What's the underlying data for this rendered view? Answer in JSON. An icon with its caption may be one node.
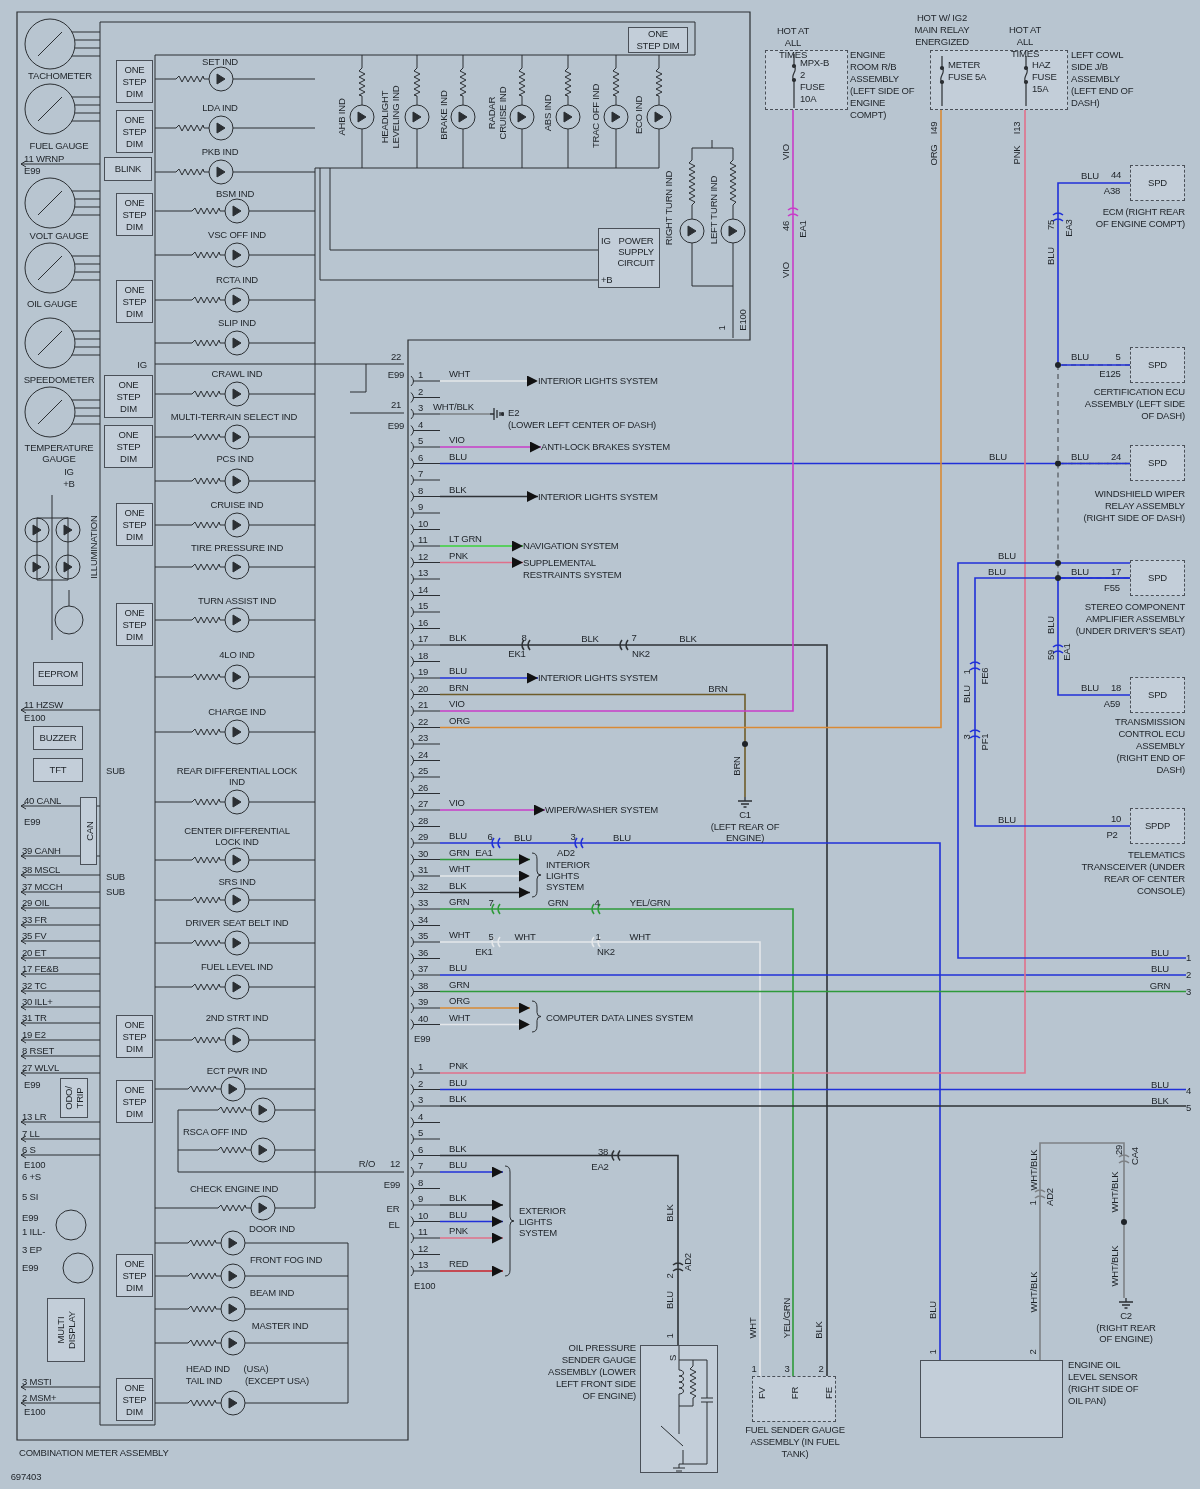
{
  "diagram": {
    "nodes": [
      {
        "text": [
          "COMBINATION METER ASSEMBLY"
        ]
      },
      {
        "text": [
          "E99"
        ]
      },
      {
        "text": [
          "E100"
        ]
      },
      {
        "text": [
          "ONE STEP DIM"
        ],
        "in": 0
      },
      {
        "text": [
          "ONE STEP DIM"
        ],
        "in": 0
      },
      {
        "text": [
          "ONE STEP DIM"
        ],
        "in": 0
      },
      {
        "text": [
          "ONE STEP DIM"
        ],
        "in": 0
      },
      {
        "text": [
          "ONE STEP DIM"
        ],
        "in": 0
      },
      {
        "text": [
          "ONE STEP DIM"
        ],
        "in": 0
      },
      {
        "text": [
          "ONE STEP DIM"
        ],
        "in": 0
      },
      {
        "text": [
          "ONE STEP DIM"
        ],
        "in": 0
      },
      {
        "text": [
          "ONE STEP DIM"
        ],
        "in": 0
      },
      {
        "text": [
          "ONE STEP DIM"
        ],
        "in": 0
      },
      {
        "text": [
          "ONE STEP DIM"
        ],
        "in": 0
      },
      {
        "text": [
          "ONE STEP DIM"
        ],
        "in": 0
      },
      {
        "text": [
          "BLINK"
        ],
        "in": 0
      },
      {
        "text": [
          "EEPROM"
        ],
        "in": 0
      },
      {
        "text": [
          "BUZZER"
        ],
        "in": 0
      },
      {
        "text": [
          "TFT"
        ],
        "in": 0
      },
      {
        "text": [
          "CAN"
        ],
        "in": 0
      },
      {
        "text": [
          "ODO/ TRIP"
        ],
        "in": 0
      },
      {
        "text": [
          "MULTI DISPLAY"
        ],
        "in": 0
      },
      {
        "text": [
          "ONE STEP DIM"
        ]
      },
      {
        "text": [
          "IG",
          "POWER SUPPLY CIRCUIT",
          "+B"
        ]
      },
      {
        "text": [
          "INTERIOR LIGHTS SYSTEM"
        ]
      },
      {
        "text": [
          "E2",
          "(LOWER LEFT CENTER OF DASH)"
        ]
      },
      {
        "text": [
          "ANTI-LOCK BRAKES SYSTEM"
        ]
      },
      {
        "text": [
          "INTERIOR LIGHTS SYSTEM"
        ]
      },
      {
        "text": [
          "NAVIGATION SYSTEM"
        ]
      },
      {
        "text": [
          "SUPPLEMENTAL RESTRAINTS SYSTEM"
        ]
      },
      {
        "text": [
          "INTERIOR LIGHTS SYSTEM"
        ]
      },
      {
        "text": [
          "C1",
          "(LEFT REAR OF ENGINE)"
        ]
      },
      {
        "text": [
          "WIPER/WASHER SYSTEM"
        ]
      },
      {
        "text": [
          "INTERIOR LIGHTS SYSTEM"
        ]
      },
      {
        "text": [
          "COMPUTER DATA LINES SYSTEM"
        ]
      },
      {
        "text": [
          "EXTERIOR LIGHTS SYSTEM"
        ]
      },
      {
        "text": [],
        "shape": "box",
        "beside": [
          "ENGINE ROOM R/B ASSEMBLY (LEFT SIDE OF ENGINE COMPT)"
        ]
      },
      {
        "text": [
          "MPX-B 2 FUSE 10A"
        ],
        "in": 36,
        "beside": [
          "HOT AT ALL TIMES"
        ]
      },
      {
        "text": [],
        "shape": "box",
        "beside": [
          "LEFT COWL SIDE J/B ASSEMBLY (LEFT END OF DASH)"
        ]
      },
      {
        "text": [
          "METER FUSE 5A"
        ],
        "in": 38,
        "beside": [
          "HOT W/ IG2 MAIN RELAY ENERGIZED"
        ]
      },
      {
        "text": [
          "HAZ FUSE 15A"
        ],
        "in": 38,
        "beside": [
          "HOT AT ALL TIMES"
        ]
      },
      {
        "text": [
          "SPD"
        ],
        "beside": [
          "ECM (RIGHT REAR OF ENGINE COMPT)"
        ]
      },
      {
        "text": [
          "SPD"
        ],
        "beside": [
          "CERTIFICATION ECU ASSEMBLY (LEFT SIDE OF DASH)"
        ]
      },
      {
        "text": [
          "SPD"
        ],
        "beside": [
          "WINDSHIELD WIPER RELAY ASSEMBLY (RIGHT SIDE OF DASH)"
        ]
      },
      {
        "text": [
          "SPD"
        ],
        "beside": [
          "STEREO COMPONENT AMPLIFIER ASSEMBLY (UNDER DRIVER'S SEAT)"
        ]
      },
      {
        "text": [
          "SPD"
        ],
        "beside": [
          "TRANSMISSION CONTROL ECU ASSEMBLY (RIGHT END OF DASH)"
        ]
      },
      {
        "text": [
          "SPDP"
        ],
        "beside": [
          "TELEMATICS TRANSCEIVER (UNDER REAR OF CENTER CONSOLE)"
        ]
      },
      {
        "text": [],
        "shape": "box",
        "beside": [
          "OIL PRESSURE SENDER GAUGE ASSEMBLY (LOWER LEFT FRONT SIDE OF ENGINE)"
        ]
      },
      {
        "text": [
          "FV",
          "FR",
          "FE"
        ],
        "beside": [
          "FUEL SENDER GAUGE ASSEMBLY (IN FUEL TANK)"
        ]
      },
      {
        "text": [],
        "shape": "box",
        "beside": [
          "ENGINE OIL LEVEL SENSOR (RIGHT SIDE OF OIL PAN)"
        ]
      },
      {
        "text": [
          "C2",
          "(RIGHT REAR OF ENGINE)"
        ]
      },
      {
        "text": [
          "1"
        ]
      },
      {
        "text": [
          "2"
        ]
      },
      {
        "text": [
          "3"
        ]
      },
      {
        "text": [
          "4"
        ]
      },
      {
        "text": [
          "5"
        ]
      }
    ],
    "edges": [
      {
        "from": 1,
        "to": 24,
        "arrow": "to",
        "label": "WHT",
        "color": "#e4e7ea"
      },
      {
        "from": 1,
        "to": 25,
        "arrow": "none",
        "label": "WHT/BLK",
        "color": "#7d8185"
      },
      {
        "from": 1,
        "to": 26,
        "arrow": "to",
        "label": "VIO",
        "color": "#c83cc8"
      },
      {
        "from": 1,
        "to": 43,
        "arrow": "none",
        "label": "BLU",
        "color": "#2030d8"
      },
      {
        "from": 1,
        "to": 27,
        "arrow": "to",
        "label": "BLK",
        "color": "#2e3236"
      },
      {
        "from": 1,
        "to": 28,
        "arrow": "to",
        "label": "LT GRN",
        "color": "#3bd03b"
      },
      {
        "from": 1,
        "to": 29,
        "arrow": "to",
        "label": "PNK",
        "color": "#e0708a"
      },
      {
        "from": 1,
        "to": 48,
        "arrow": "none",
        "label": "BLK",
        "color": "#2e3236"
      },
      {
        "from": 1,
        "to": 30,
        "arrow": "to",
        "label": "BLU",
        "color": "#2030d8"
      },
      {
        "from": 1,
        "to": 31,
        "arrow": "none",
        "label": "BRN",
        "color": "#6e5c2a"
      },
      {
        "from": 1,
        "to": 37,
        "arrow": "none",
        "label": "VIO",
        "color": "#c83cc8"
      },
      {
        "from": 1,
        "to": 39,
        "arrow": "none",
        "label": "ORG",
        "color": "#d98a35"
      },
      {
        "from": 1,
        "to": 32,
        "arrow": "to",
        "label": "VIO",
        "color": "#c83cc8"
      },
      {
        "from": 1,
        "to": 49,
        "arrow": "none",
        "label": "BLU",
        "color": "#2030d8"
      },
      {
        "from": 1,
        "to": 33,
        "arrow": "to",
        "label": "GRN",
        "color": "#2e9a3a"
      },
      {
        "from": 1,
        "to": 33,
        "arrow": "to",
        "label": "WHT",
        "color": "#e4e7ea"
      },
      {
        "from": 1,
        "to": 33,
        "arrow": "to",
        "label": "BLK",
        "color": "#2e3236"
      },
      {
        "from": 1,
        "to": 48,
        "arrow": "none",
        "label": "GRN",
        "color": "#2e9a3a"
      },
      {
        "from": 1,
        "to": 48,
        "arrow": "none",
        "label": "WHT",
        "color": "#e4e7ea"
      },
      {
        "from": 1,
        "to": 52,
        "arrow": "none",
        "label": "BLU",
        "color": "#2030d8"
      },
      {
        "from": 1,
        "to": 53,
        "arrow": "none",
        "label": "GRN",
        "color": "#2e9a3a"
      },
      {
        "from": 1,
        "to": 34,
        "arrow": "to",
        "label": "ORG",
        "color": "#d98a35"
      },
      {
        "from": 1,
        "to": 34,
        "arrow": "to",
        "label": "WHT",
        "color": "#e4e7ea"
      },
      {
        "from": 2,
        "to": 40,
        "arrow": "none",
        "label": "PNK",
        "color": "#e0708a"
      },
      {
        "from": 2,
        "to": 54,
        "arrow": "none",
        "label": "BLU",
        "color": "#2030d8"
      },
      {
        "from": 2,
        "to": 55,
        "arrow": "none",
        "label": "BLK",
        "color": "#2e3236"
      },
      {
        "from": 2,
        "to": 47,
        "arrow": "none",
        "label": "BLK",
        "color": "#2e3236"
      },
      {
        "from": 2,
        "to": 35,
        "arrow": "to",
        "label": "BLU",
        "color": "#2030d8"
      },
      {
        "from": 2,
        "to": 35,
        "arrow": "to",
        "label": "BLK",
        "color": "#2e3236"
      },
      {
        "from": 2,
        "to": 35,
        "arrow": "to",
        "label": "BLU",
        "color": "#2030d8"
      },
      {
        "from": 2,
        "to": 35,
        "arrow": "to",
        "label": "PNK",
        "color": "#e0708a"
      },
      {
        "from": 2,
        "to": 35,
        "arrow": "to",
        "label": "RED",
        "color": "#c8202a"
      },
      {
        "from": 41,
        "to": 42,
        "arrow": "none",
        "label": "BLU",
        "color": "#2030d8"
      },
      {
        "from": 42,
        "to": 43,
        "arrow": "none",
        "style": "dashed",
        "color": "#6a7077"
      },
      {
        "from": 43,
        "to": 44,
        "arrow": "none",
        "style": "dashed",
        "color": "#6a7077"
      },
      {
        "from": 44,
        "to": 45,
        "arrow": "none",
        "label": "BLU",
        "color": "#2030d8"
      },
      {
        "from": 44,
        "to": 46,
        "arrow": "none",
        "label": "BLU",
        "color": "#2030d8"
      },
      {
        "from": 44,
        "to": 51,
        "arrow": "none",
        "label": "BLU",
        "color": "#2030d8"
      },
      {
        "from": 49,
        "to": 50,
        "arrow": "none",
        "color": "#7d8185"
      }
    ],
    "labels": [
      "1",
      "2",
      "3",
      "4",
      "5",
      "6",
      "7",
      "8",
      "9",
      "10",
      "11",
      "12",
      "13",
      "14",
      "15",
      "16",
      "17",
      "18",
      "19",
      "20",
      "21",
      "22",
      "23",
      "24",
      "25",
      "26",
      "27",
      "28",
      "29",
      "30",
      "31",
      "32",
      "33",
      "34",
      "35",
      "36",
      "37",
      "38",
      "39",
      "40",
      "1",
      "2",
      "3",
      "4",
      "5",
      "6",
      "7",
      "8",
      "9",
      "10",
      "11",
      "12",
      "13",
      "TACHOMETER",
      "FUEL GAUGE",
      "11 WRNP",
      "E99",
      "VOLT GAUGE",
      "OIL GAUGE",
      "SPEEDOMETER",
      "TEMPERATURE GAUGE",
      "IG",
      "+B",
      "ILLUMINATION",
      "11 HZSW",
      "E100",
      "SUB",
      "40 CANL",
      "E99",
      "39 CANH",
      "38 MSCL",
      "37 MCCH",
      "SUB",
      "SUB",
      "29 OIL",
      "33 FR",
      "35 FV",
      "20 ET",
      "17 FE&B",
      "32 TC",
      "30 ILL+",
      "31 TR",
      "19 E2",
      "8 RSET",
      "27 WLVL",
      "E99",
      "13 LR",
      "7 LL",
      "6 S",
      "E100",
      "6 +S",
      "5 SI",
      "E99",
      "1 ILL-",
      "3 EP",
      "E99",
      "3 MSTI",
      "2 MSM+",
      "E100",
      "IG",
      "SET IND",
      "LDA IND",
      "PKB IND",
      "BSM IND",
      "VSC OFF IND",
      "RCTA IND",
      "SLIP IND",
      "CRAWL IND",
      "MULTI-TERRAIN SELECT IND",
      "PCS IND",
      "CRUISE IND",
      "TIRE PRESSURE IND",
      "TURN ASSIST IND",
      "4LO IND",
      "CHARGE IND",
      "REAR DIFFERENTIAL LOCK IND",
      "CENTER DIFFERENTIAL LOCK IND",
      "SRS IND",
      "DRIVER SEAT BELT IND",
      "FUEL LEVEL IND",
      "2ND STRT IND",
      "ECT PWR IND",
      "RSCA OFF IND",
      "CHECK ENGINE IND",
      "DOOR IND",
      "FRONT FOG IND",
      "BEAM IND",
      "MASTER IND",
      "HEAD IND",
      "(USA)",
      "TAIL IND",
      "(EXCEPT USA)",
      "AHB IND",
      "HEADLIGHT LEVELING IND",
      "BRAKE IND",
      "RADAR CRUISE IND",
      "ABS IND",
      "TRAC OFF IND",
      "ECO IND",
      "RIGHT TURN IND",
      "LEFT TURN IND",
      "1",
      "E100",
      "22",
      "E99",
      "21",
      "E99",
      "R/O",
      "12",
      "E99",
      "ER",
      "EL",
      "EK1",
      "8",
      "BLK",
      "7",
      "NK2",
      "BLK",
      "BRN",
      "BRN",
      "VIO",
      "46",
      "EA1",
      "VIO",
      "I49",
      "ORG",
      "I13",
      "PNK",
      "6",
      "EA1",
      "BLU",
      "3",
      "AD2",
      "BLU",
      "7",
      "GRN",
      "4",
      "YEL/GRN",
      "5",
      "EK1",
      "WHT",
      "1",
      "NK2",
      "WHT",
      "38",
      "EA2",
      "BLK",
      "2",
      "AD2",
      "BLU",
      "1",
      "S",
      "WHT",
      "YEL/GRN",
      "BLK",
      "1",
      "3",
      "2",
      "BLU",
      "1",
      "2",
      "WHT/BLK",
      "1",
      "AD2",
      "WHT/BLK",
      "29",
      "CA4",
      "WHT/BLK",
      "WHT/BLK",
      "44",
      "A38",
      "75",
      "EA3",
      "BLU",
      "BLU",
      "5",
      "E125",
      "BLU",
      "BLU",
      "24",
      "BLU",
      "BLU",
      "17",
      "F55",
      "BLU",
      "59",
      "EA1",
      "18",
      "A59",
      "1",
      "FE6",
      "BLU",
      "3",
      "PF1",
      "10",
      "P2",
      "BLU",
      "BLU",
      "GRN",
      "BLU",
      "BLK",
      "697403"
    ]
  }
}
